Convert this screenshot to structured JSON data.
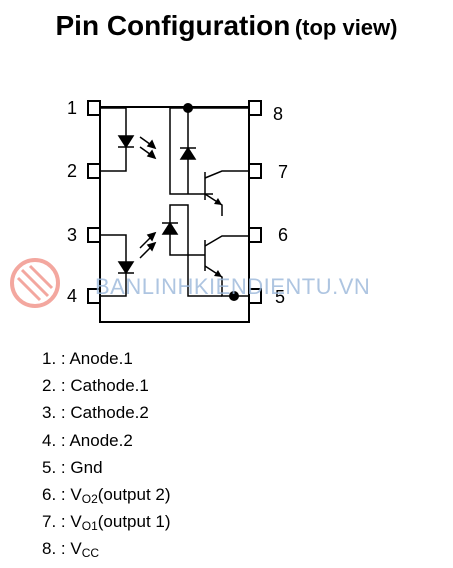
{
  "title": {
    "main": "Pin Configuration",
    "sub": "(top view)"
  },
  "pins": {
    "left": [
      "1",
      "2",
      "3",
      "4"
    ],
    "right": [
      "8",
      "7",
      "6",
      "5"
    ]
  },
  "watermark": {
    "text": "BANLINHKIENDIENTU.VN",
    "color": "#9ab6da",
    "logo_color": "#f08a80"
  },
  "pin_list": [
    {
      "num": "1.",
      "sep": ":",
      "name": "Anode.1"
    },
    {
      "num": "2.",
      "sep": ":",
      "name": "Cathode.1"
    },
    {
      "num": "3.",
      "sep": ":",
      "name": "Cathode.2"
    },
    {
      "num": "4.",
      "sep": ":",
      "name": "Anode.2"
    },
    {
      "num": "5.",
      "sep": ":",
      "name": "Gnd"
    },
    {
      "num": "6.",
      "sep": ":",
      "v": "V",
      "sub": "O2",
      "name": "(output 2)"
    },
    {
      "num": "7.",
      "sep": ":",
      "v": "V",
      "sub": "O1",
      "name": "(output 1)"
    },
    {
      "num": "8.",
      "sep": ":",
      "v": "V",
      "sub": "CC",
      "name": ""
    }
  ]
}
